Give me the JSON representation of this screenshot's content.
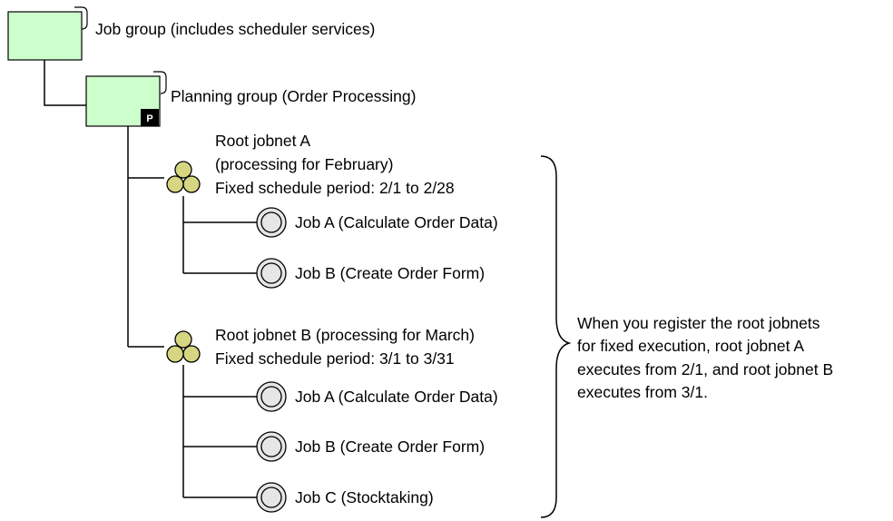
{
  "colors": {
    "group_fill": "#ccffcc",
    "jobnet_fill": "#d6d682",
    "job_fill": "#e6e6e6",
    "line": "#000000",
    "badge_fill": "#000000",
    "badge_text": "#ffffff"
  },
  "job_group": {
    "label": "Job group (includes scheduler services)",
    "icon": "job-group-icon"
  },
  "planning_group": {
    "label": "Planning group (Order Processing)",
    "badge": "P",
    "icon": "planning-group-icon"
  },
  "root_jobnet_a": {
    "line1": "Root jobnet A",
    "line2": "(processing for February)",
    "line3": "Fixed schedule period: 2/1 to 2/28",
    "icon": "jobnet-icon",
    "jobs": [
      {
        "label": "Job A (Calculate Order Data)",
        "icon": "job-icon"
      },
      {
        "label": "Job B (Create Order Form)",
        "icon": "job-icon"
      }
    ]
  },
  "root_jobnet_b": {
    "line1": "Root jobnet B (processing for March)",
    "line2": "Fixed schedule period: 3/1 to 3/31",
    "icon": "jobnet-icon",
    "jobs": [
      {
        "label": "Job A (Calculate Order Data)",
        "icon": "job-icon"
      },
      {
        "label": "Job B (Create Order Form)",
        "icon": "job-icon"
      },
      {
        "label": "Job C (Stocktaking)",
        "icon": "job-icon"
      }
    ]
  },
  "note": {
    "lines": [
      "When you register the root jobnets",
      "for fixed execution, root jobnet A",
      "executes from 2/1, and root jobnet B",
      "executes from 3/1."
    ]
  }
}
